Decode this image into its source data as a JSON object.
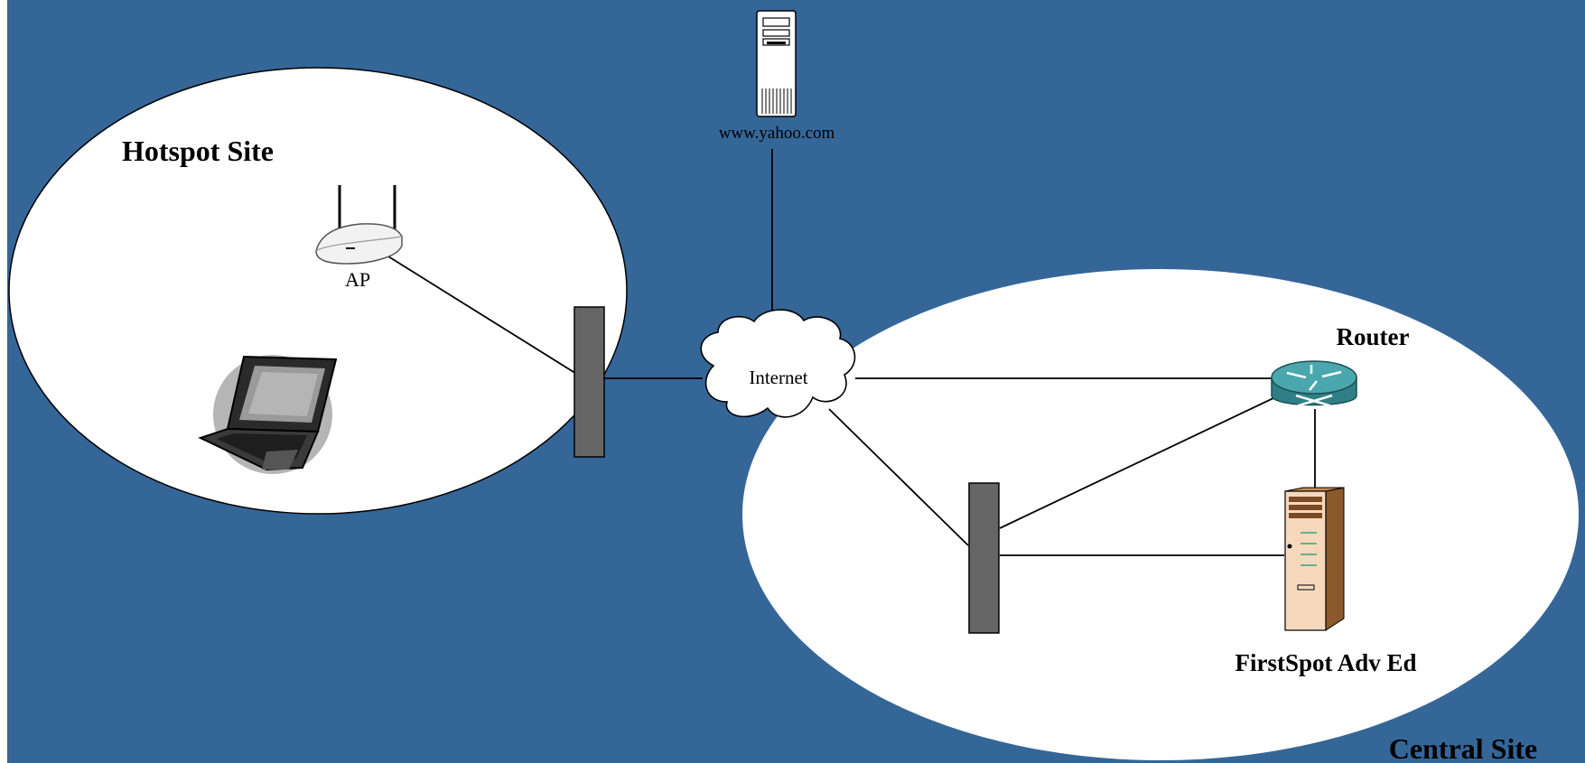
{
  "diagram": {
    "hotspot_site": {
      "title": "Hotspot Site",
      "ap_label": "AP"
    },
    "central_site": {
      "title": "Central Site",
      "router_label": "Router",
      "server_label": "FirstSpot Adv Ed"
    },
    "internet": {
      "label": "Internet"
    },
    "web_server": {
      "label": "www.yahoo.com"
    }
  },
  "colors": {
    "background": "#356698",
    "site_fill": "#ffffff",
    "switch_fill": "#666666",
    "router_teal": "#3f9aa1"
  }
}
